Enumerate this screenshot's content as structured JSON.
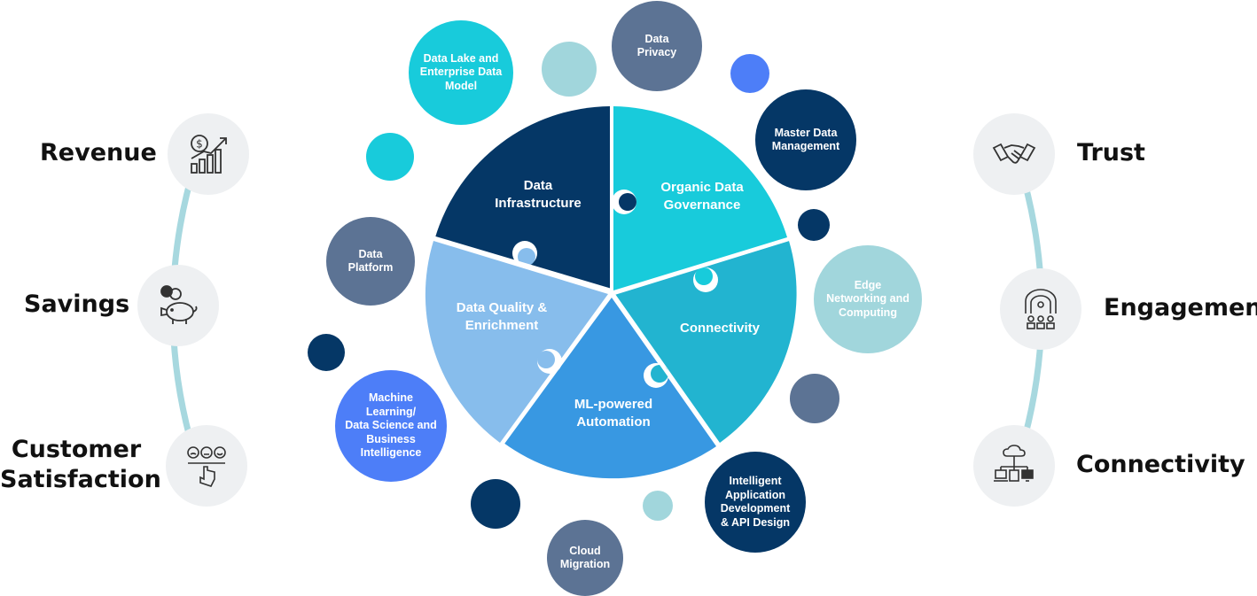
{
  "left_outcomes": [
    {
      "label": "Revenue",
      "icon": "revenue-growth-icon"
    },
    {
      "label": "Savings",
      "icon": "piggy-bank-icon"
    },
    {
      "label": "Customer\nSatisfaction",
      "icon": "feedback-rating-icon"
    }
  ],
  "right_outcomes": [
    {
      "label": "Trust",
      "icon": "handshake-icon"
    },
    {
      "label": "Engagement",
      "icon": "audience-engagement-icon"
    },
    {
      "label": "Connectivity",
      "icon": "network-devices-icon"
    }
  ],
  "puzzle_pieces": [
    {
      "label": "Data\nInfrastructure",
      "color": "#053766"
    },
    {
      "label": "Organic Data\nGovernance",
      "color": "#18cbdb"
    },
    {
      "label": "Connectivity",
      "color": "#22b4d0"
    },
    {
      "label": "ML-powered\nAutomation",
      "color": "#3898e2"
    },
    {
      "label": "Data Quality &\nEnrichment",
      "color": "#87bdec"
    }
  ],
  "capabilities": [
    {
      "label": "Data Lake and\nEnterprise Data\nModel",
      "color": "#18cbdb"
    },
    {
      "label": "Data\nPrivacy",
      "color": "#5c7394"
    },
    {
      "label": "Master Data\nManagement",
      "color": "#053766"
    },
    {
      "label": "Edge\nNetworking and\nComputing",
      "color": "#a1d6dc"
    },
    {
      "label": "Intelligent\nApplication\nDevelopment\n& API Design",
      "color": "#053766"
    },
    {
      "label": "Cloud\nMigration",
      "color": "#5c7394"
    },
    {
      "label": "Machine\nLearning/\nData Science and\nBusiness\nIntelligence",
      "color": "#4d7ef8"
    },
    {
      "label": "Data\nPlatform",
      "color": "#5c7394"
    }
  ],
  "colors": {
    "arc": "#a7d8df",
    "outcome_circle": "#eef0f2",
    "icon_stroke": "#333333"
  }
}
